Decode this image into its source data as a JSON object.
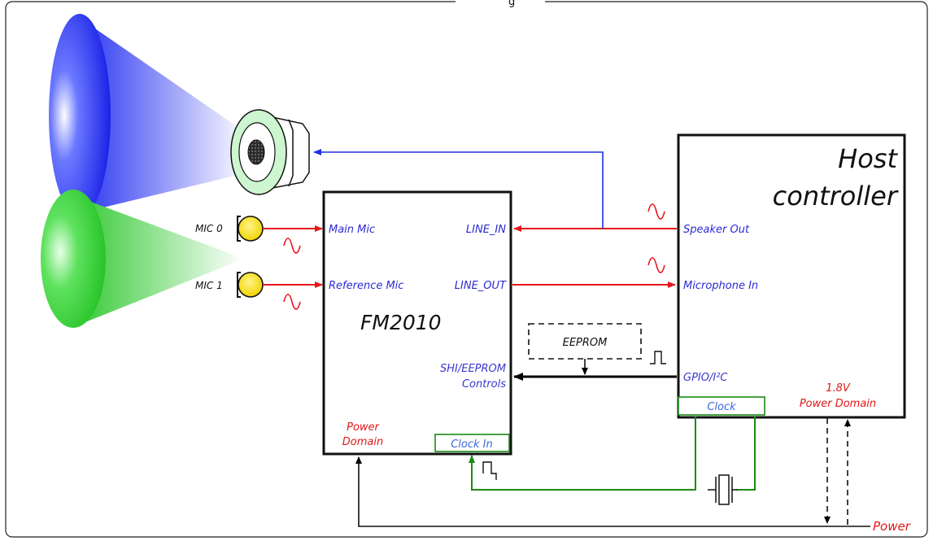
{
  "colors": {
    "signal_red": "#e8161b",
    "speaker_blue": "#1f2ee0",
    "clock_green": "#1a8a14",
    "label_blue": "#2a2ad6",
    "label_red": "#e01818",
    "mic_yellow": "#ffe600"
  },
  "figure": {
    "title_fragment": "g"
  },
  "mics": {
    "mic0_label": "MIC 0",
    "mic1_label": "MIC 1"
  },
  "fm2010": {
    "name": "FM2010",
    "main_mic": "Main Mic",
    "reference_mic": "Reference Mic",
    "line_in": "LINE_IN",
    "line_out": "LINE_OUT",
    "shi_line1": "SHI/EEPROM",
    "shi_line2": "Controls",
    "power_line1": "Power",
    "power_line2": "Domain",
    "clock_in": "Clock In"
  },
  "eeprom": {
    "label": "EEPROM"
  },
  "host": {
    "title_line1": "Host",
    "title_line2": "controller",
    "speaker_out": "Speaker Out",
    "microphone_in": "Microphone In",
    "gpio": "GPIO/I²C",
    "power_line1": "1.8V",
    "power_line2": "Power Domain",
    "clock": "Clock"
  },
  "power": {
    "label": "Power"
  },
  "icons": [
    "speaker-icon",
    "microphone-icon",
    "crystal-oscillator-icon",
    "sine-wave-icon",
    "square-wave-icon"
  ]
}
